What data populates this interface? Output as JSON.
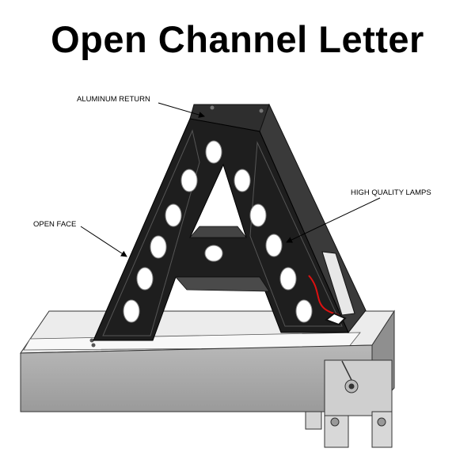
{
  "title": "Open Channel Letter",
  "labels": {
    "aluminum_return": "ALUMINUM RETURN",
    "high_quality_lamps": "HIGH QUALITY LAMPS",
    "open_face": "OPEN FACE"
  },
  "colors": {
    "letter": "#1e1e1e",
    "return_side": "#3a3a3a",
    "lamp": "#ffffff",
    "raceway_front": "#a8a8a8",
    "raceway_top": "#ececec",
    "wire": "#dd1111"
  }
}
